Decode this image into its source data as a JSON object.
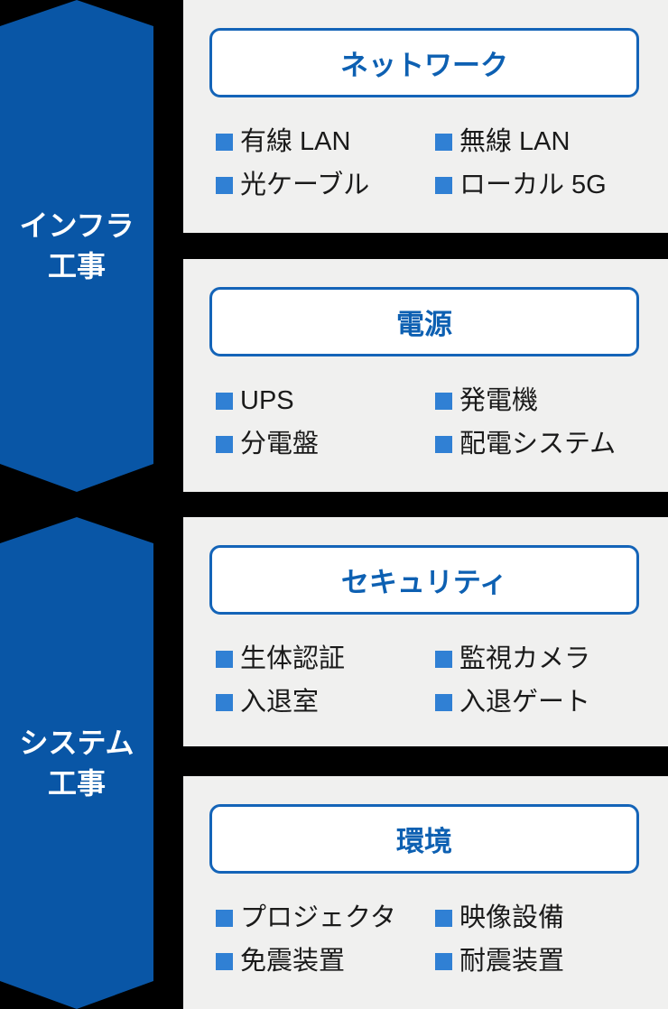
{
  "colors": {
    "background": "#000000",
    "banner_blue": "#0956A6",
    "banner_text": "#FFFFFF",
    "card_background": "#F0F0EF",
    "title_box_background": "#FFFFFF",
    "title_box_border": "#1464B8",
    "title_text": "#0D60B2",
    "bullet_blue": "#3080D4",
    "item_text": "#1A1A1A"
  },
  "sections": [
    {
      "banner": {
        "lines": [
          "インフラ",
          "工事"
        ]
      },
      "cards": [
        {
          "title": "ネットワーク",
          "items": [
            "有線 LAN",
            "無線 LAN",
            "光ケーブル",
            "ローカル 5G"
          ]
        },
        {
          "title": "電源",
          "items": [
            "UPS",
            "発電機",
            "分電盤",
            "配電システム"
          ]
        }
      ]
    },
    {
      "banner": {
        "lines": [
          "システム",
          "工事"
        ]
      },
      "cards": [
        {
          "title": "セキュリティ",
          "items": [
            "生体認証",
            "監視カメラ",
            "入退室",
            "入退ゲート"
          ]
        },
        {
          "title": "環境",
          "items": [
            "プロジェクタ",
            "映像設備",
            "免震装置",
            "耐震装置"
          ]
        }
      ]
    }
  ]
}
